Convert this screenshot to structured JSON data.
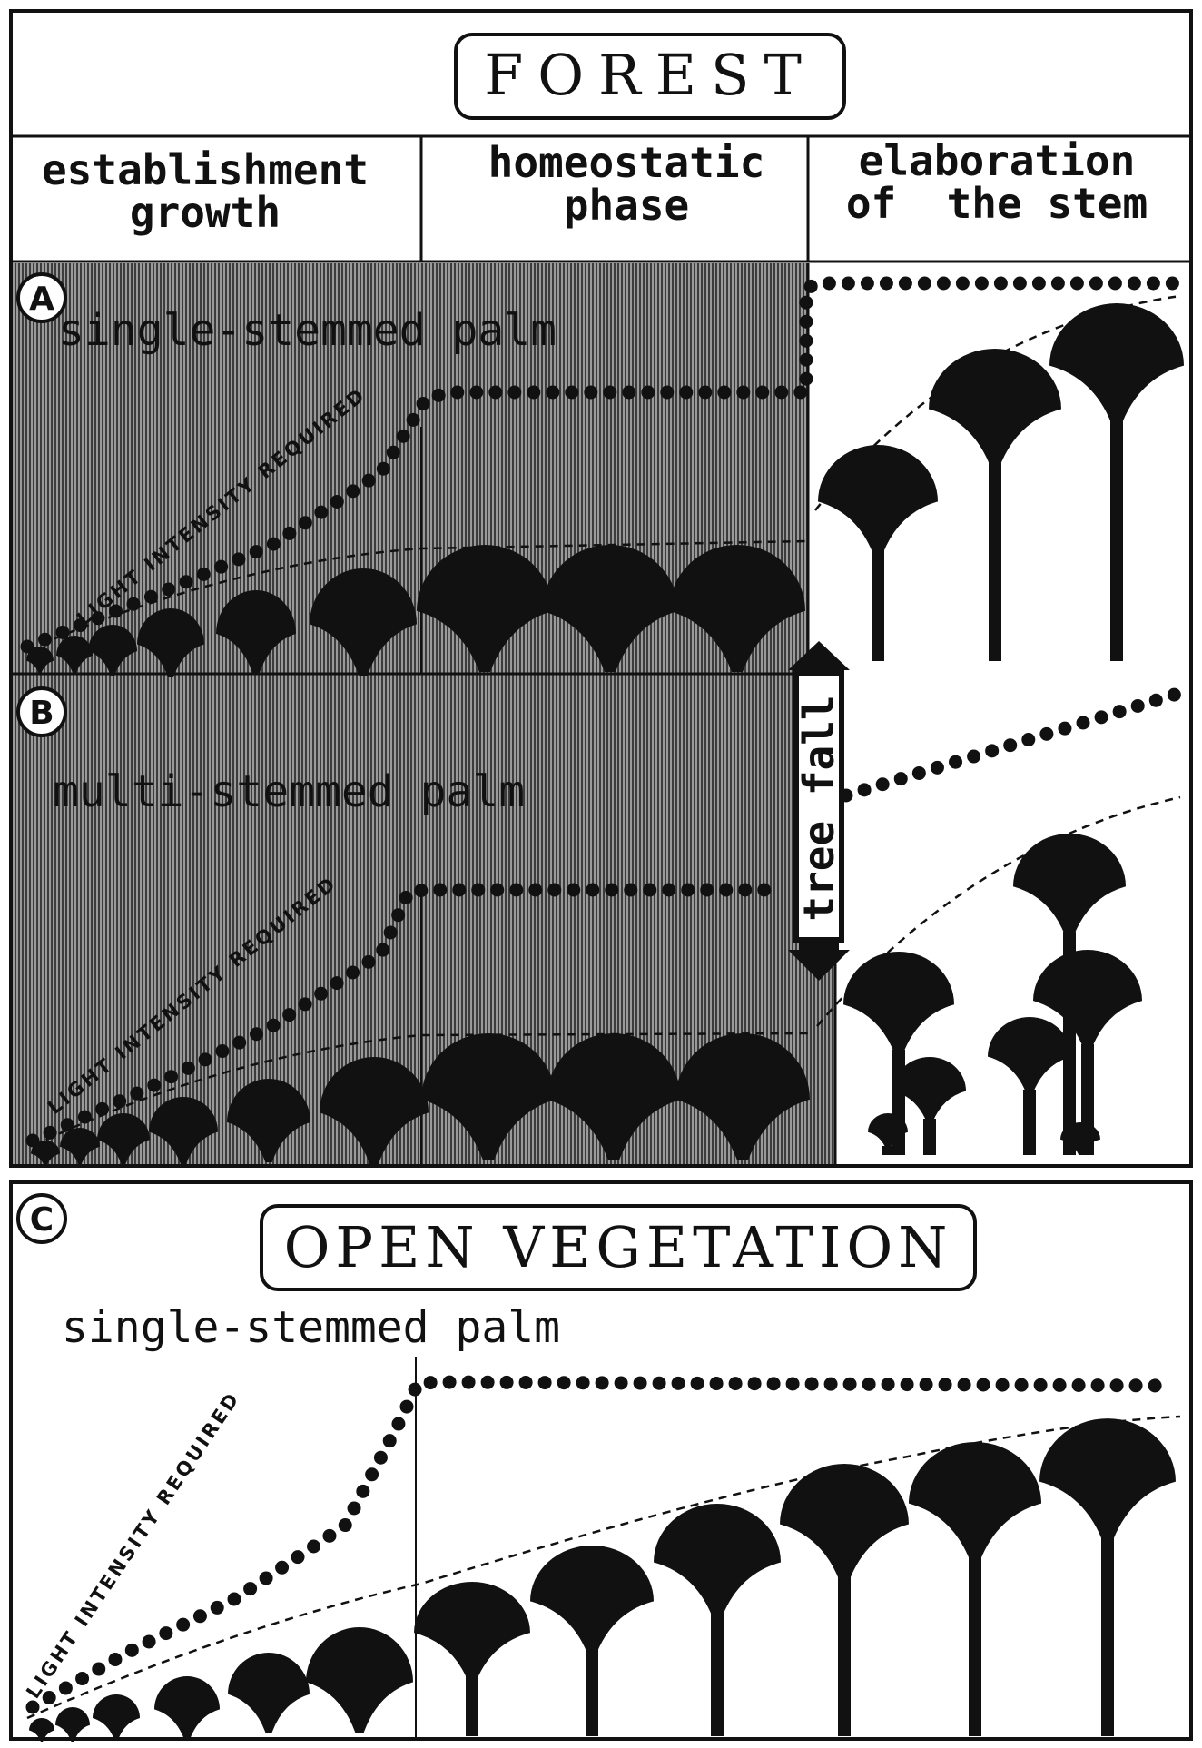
{
  "forest": {
    "title": "FOREST",
    "columns": [
      {
        "line1": "establishment",
        "line2": "growth"
      },
      {
        "line1": "homeostatic",
        "line2": "phase"
      },
      {
        "line1": "elaboration",
        "line2": "of  the stem"
      }
    ]
  },
  "panels": {
    "a": {
      "letter": "A",
      "label": "single-stemmed palm"
    },
    "b": {
      "letter": "B",
      "label": "multi-stemmed palm"
    },
    "c": {
      "letter": "C",
      "label": "single-stemmed palm"
    }
  },
  "curve_label": "LIGHT INTENSITY REQUIRED",
  "tree_fall": "tree fall",
  "open_vegetation": {
    "title": "OPEN VEGETATION"
  },
  "colors": {
    "ink": "#111111",
    "hatch_bg": "#8a8a8a",
    "hatch_line": "#3a3a3a",
    "paper": "#ffffff"
  }
}
